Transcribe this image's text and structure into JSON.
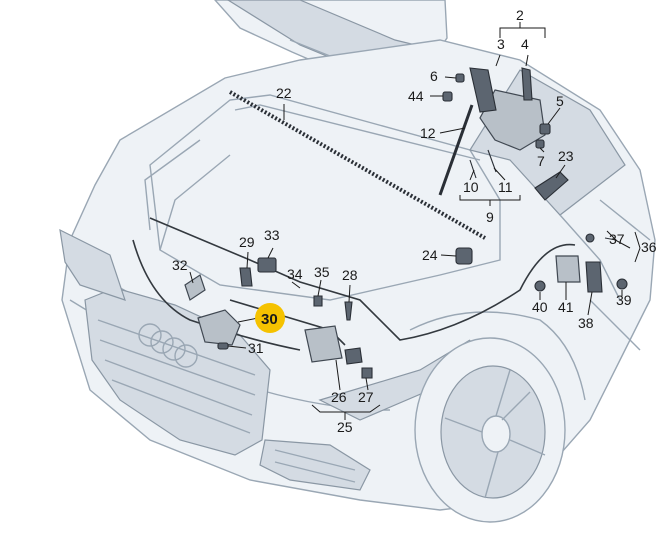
{
  "labels": {
    "l2": "2",
    "l3": "3",
    "l4": "4",
    "l5": "5",
    "l6": "6",
    "l7": "7",
    "l9": "9",
    "l10": "10",
    "l11": "11",
    "l12": "12",
    "l22": "22",
    "l23": "23",
    "l24": "24",
    "l25": "25",
    "l26": "26",
    "l27": "27",
    "l28": "28",
    "l29": "29",
    "l30": "30",
    "l31": "31",
    "l32": "32",
    "l33": "33",
    "l34": "34",
    "l35": "35",
    "l36": "36",
    "l37": "37",
    "l38": "38",
    "l39": "39",
    "l40": "40",
    "l41": "41",
    "l44": "44"
  },
  "highlight": {
    "label": "30",
    "color": "#f5c200"
  },
  "colors": {
    "line": "#9aa7b4",
    "part": "#404852",
    "highlight": "#f5c200"
  }
}
